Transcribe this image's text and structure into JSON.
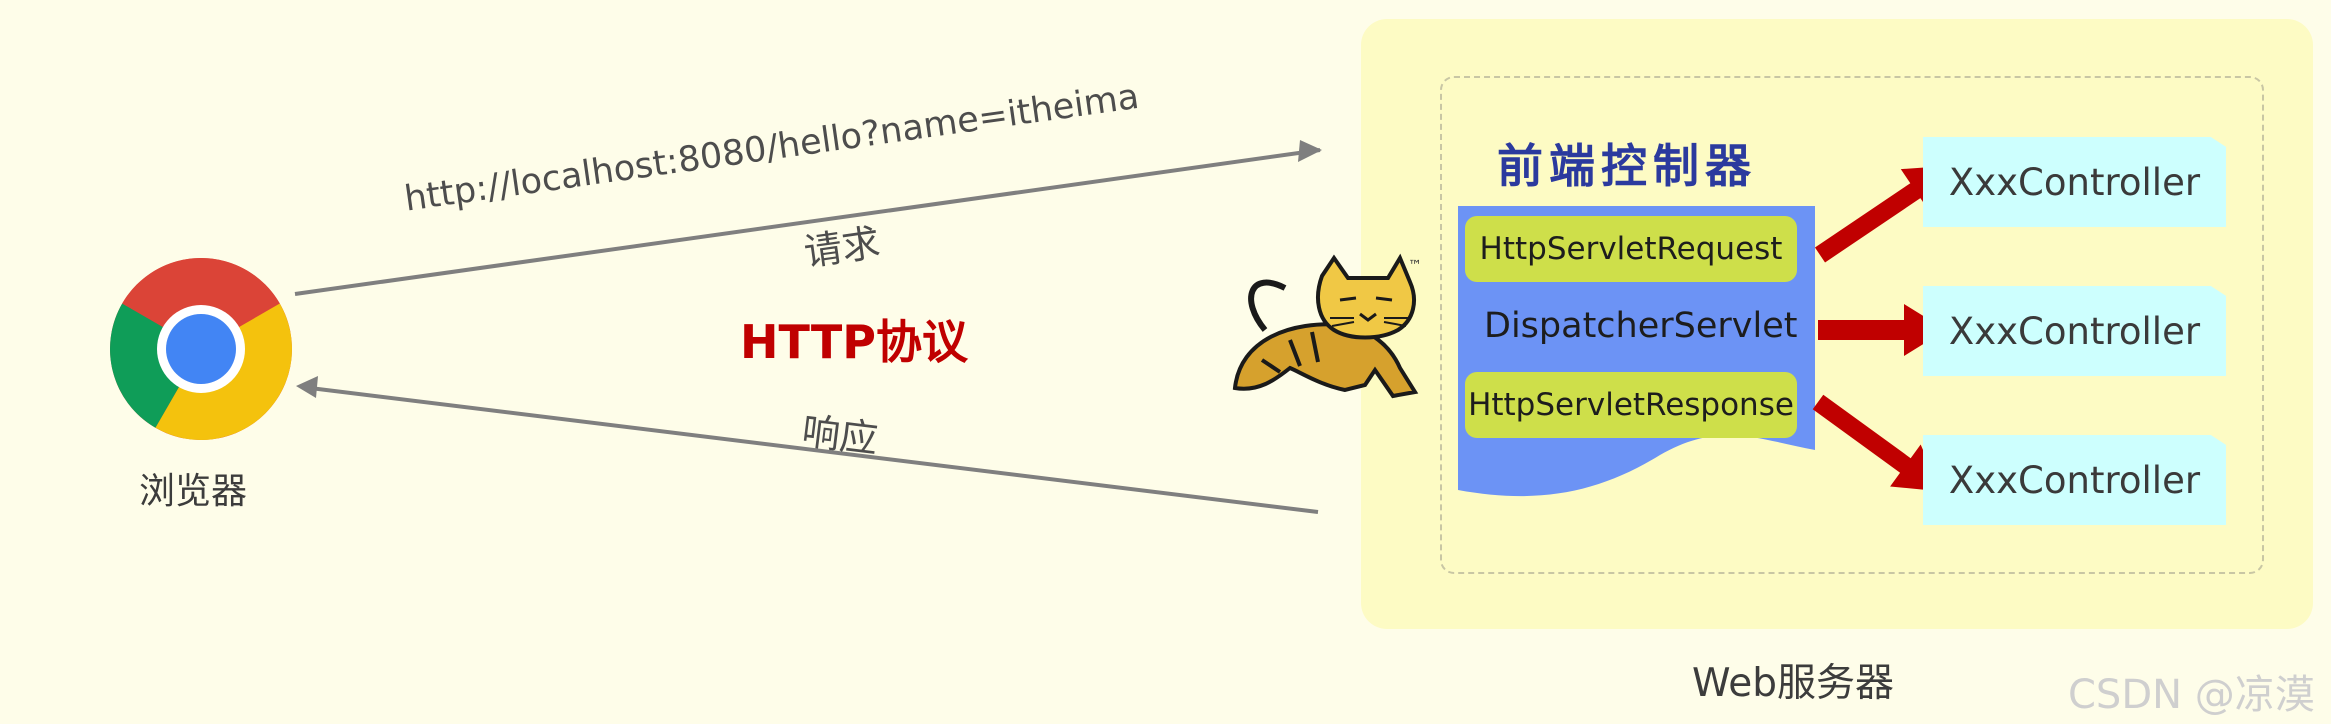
{
  "browser": {
    "label": "浏览器"
  },
  "arrows": {
    "request_url": "http://localhost:8080/hello?name=itheima",
    "request_label": "请求",
    "response_label": "响应"
  },
  "protocol": {
    "label": "HTTP协议"
  },
  "server": {
    "label": "Web服务器",
    "front_controller_title": "前端控制器",
    "request_object": "HttpServletRequest",
    "dispatcher": "DispatcherServlet",
    "response_object": "HttpServletResponse",
    "controllers": [
      "XxxController",
      "XxxController",
      "XxxController"
    ],
    "tomcat_tm": "™"
  },
  "watermark": "CSDN @凉漠",
  "colors": {
    "background": "#fefde9",
    "server_panel": "#fdfbc4",
    "dispatcher_blue": "#6c93f5",
    "pill_green": "#cedf4a",
    "controller_cyan": "#cdfffe",
    "red_arrow": "#c00000",
    "protocol_red": "#c00000",
    "gray_arrow": "#7f7f7f",
    "title_blue": "#2b3a9e"
  },
  "icons": {
    "browser_icon": "chrome-logo-icon",
    "server_icon": "tomcat-cat-icon"
  }
}
